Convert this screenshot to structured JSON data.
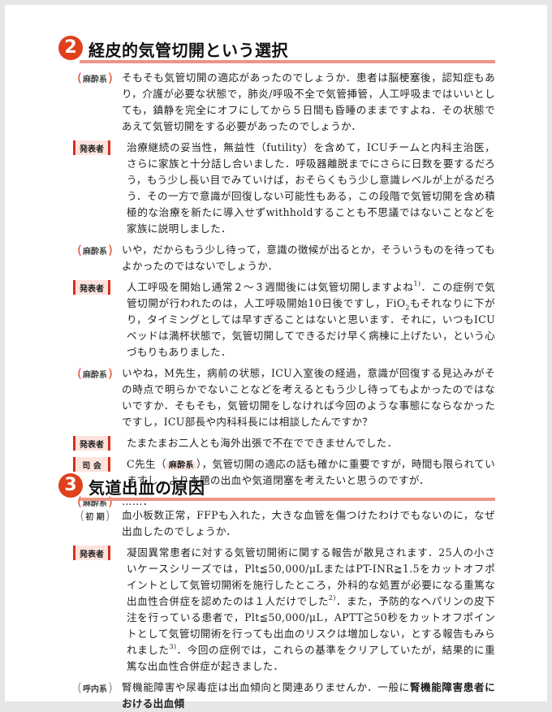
{
  "sections": [
    {
      "number": "2",
      "title": "経皮的気管切開という選択",
      "blocks": [
        {
          "speaker": "麻酔系",
          "style": "paren",
          "text": [
            {
              "t": "そもそも気管切開の適応があったのでしょうか．患者は脳梗塞後，認知症もあり，介護が必要な状態で，肺炎/呼吸不全で気管挿管，人工呼吸まではいいとしても，鎮静を完全にオフにしてから５日間も昏睡のままですよね．その状態であえて気管切開をする必要があったのでしょうか．"
            }
          ]
        },
        {
          "speaker": "発表者",
          "style": "box",
          "text": [
            {
              "t": "治療継続の妥当性，無益性（futility）を含めて，ICUチームと内科主治医，さらに家族と十分話し合いました．呼吸器離脱までにさらに日数を要するだろう，もう少し長い目でみていけば，おそらくもう少し意識レベルが上がるだろう．その一方で意識が回復しない可能性もある，この段階で気管切開を含め積極的な治療を新たに導入せずwithholdすることも不思議ではないことなどを家族に説明しました．"
            }
          ]
        },
        {
          "speaker": "麻酔系",
          "style": "paren",
          "text": [
            {
              "t": "いや，だからもう少し待って，意識の徴候が出るとか，そういうものを待ってもよかったのではないでしょうか．"
            }
          ]
        },
        {
          "speaker": "発表者",
          "style": "box",
          "text": [
            {
              "t": "人工呼吸を開始し通常２～３週間後には気管切開しますよね"
            },
            {
              "t": "1)",
              "f": "sup"
            },
            {
              "t": "．この症例で気管切開が行われたのは，人工呼吸開始10日後ですし，FiO"
            },
            {
              "t": "2",
              "f": "sub"
            },
            {
              "t": "もそれなりに下がり，タイミングとしては早すぎることはないと思います．それに，いつもICUベッドは満杯状態で，気管切開してできるだけ早く病棟に上げたい，という心づもりもありました．"
            }
          ]
        },
        {
          "speaker": "麻酔系",
          "style": "paren",
          "text": [
            {
              "t": "いやね，M先生，病前の状態，ICU入室後の経過，意識が回復する見込みがその時点で明らかでないことなどを考えるともう少し待ってもよかったのではないですか．そもそも，気管切開をしなければ今回のような事態にならなかったですし，ICU部長や内科科長には相談したんですか？"
            }
          ]
        },
        {
          "speaker": "発表者",
          "style": "box",
          "text": [
            {
              "t": "たまたまお二人とも海外出張で不在でできませんでした．"
            }
          ]
        },
        {
          "speaker": "司 会",
          "style": "box",
          "text": [
            {
              "t": "C先生（"
            },
            {
              "t": "麻酔系",
              "f": "lab"
            },
            {
              "t": "），気管切開の適応の話も確かに重要ですが，時間も限られていますし，より本題の出血や気道閉塞を考えたいと思うのですが．"
            }
          ]
        },
        {
          "speaker": "麻酔系",
          "style": "paren",
          "text": [
            {
              "t": "……．"
            }
          ]
        }
      ]
    },
    {
      "number": "3",
      "title": "気道出血の原因",
      "blocks": [
        {
          "speaker": "初 期",
          "style": "paren gray",
          "text": [
            {
              "t": "血小板数正常，FFPも入れた，大きな血管を傷つけたわけでもないのに，なぜ出血したのでしょうか．"
            }
          ]
        },
        {
          "speaker": "発表者",
          "style": "box",
          "text": [
            {
              "t": "凝固異常患者に対する気管切開術に関する報告が散見されます．25人の小さいケースシリーズでは，Plt≦50,000/μLまたはPT-INR≧1.5をカットオフポイントとして気管切開術を施行したところ，外科的な処置が必要になる重篤な出血性合併症を認めたのは１人だけでした"
            },
            {
              "t": "2)",
              "f": "sup"
            },
            {
              "t": "．また，予防的なヘパリンの皮下注を行っている患者で，Plt≦50,000/μL，APTT≧50秒をカットオフポイントとして気管切開術を行っても出血のリスクは増加しない，とする報告もみられました"
            },
            {
              "t": "3)",
              "f": "sup"
            },
            {
              "t": "．今回の症例では，これらの基準をクリアしていたが，結果的に重篤な出血性合併症が起きました．"
            }
          ]
        },
        {
          "speaker": "呼内系",
          "style": "paren gray",
          "text": [
            {
              "t": "腎機能障害や尿毒症は出血傾向と関連ありませんか．一般に"
            },
            {
              "t": "腎機能障害患者における出血傾",
              "f": "b"
            }
          ]
        }
      ]
    }
  ]
}
